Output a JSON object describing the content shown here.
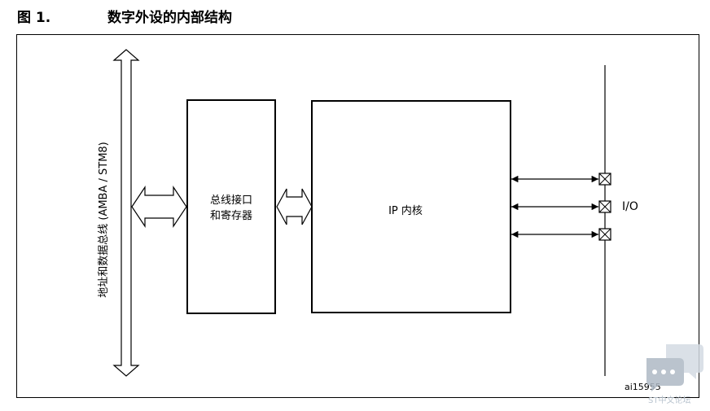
{
  "figure": {
    "number": "图 1.",
    "title": "数字外设的内部结构"
  },
  "diagram": {
    "bus_label": "地址和数据总线 (AMBA / STM8)",
    "bus_interface_label": [
      "总线接口",
      "和寄存器"
    ],
    "ip_core_label": "IP 内核",
    "io_label": "I/O",
    "figure_code": "ai15955"
  },
  "watermark": {
    "text": "ST中文论坛",
    "icon": "chat-bubble-icon"
  },
  "colors": {
    "line": "#000000",
    "watermark": "#b9c4cf"
  }
}
